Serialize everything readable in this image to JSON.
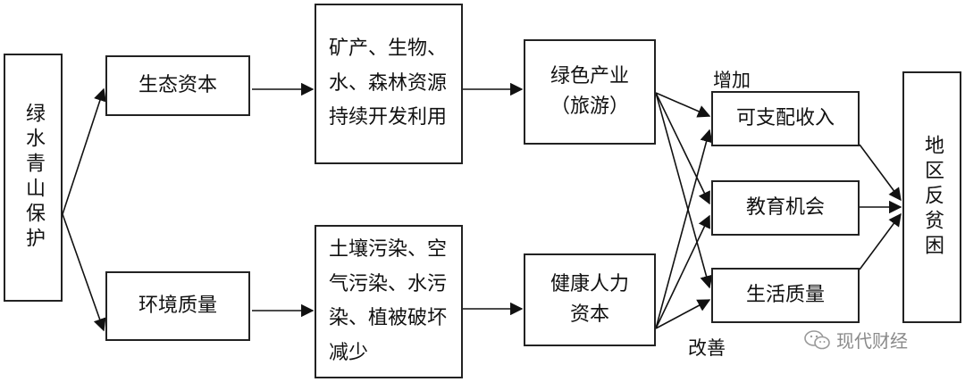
{
  "diagram": {
    "nodes": {
      "green_protection": "绿水青山保护",
      "eco_capital": "生态资本",
      "env_quality": "环境质量",
      "resources": "矿产、生物、水、森林资源持续开发利用",
      "pollution": "土壤污染、空气污染、水污染、植被破坏减少",
      "green_industry": "绿色产业（旅游）",
      "health_capital": "健康人力资本",
      "income": "可支配收入",
      "education": "教育机会",
      "life_quality": "生活质量",
      "anti_poverty": "地区反贫困"
    },
    "labels": {
      "increase": "增加",
      "improve": "改善"
    }
  },
  "watermark": {
    "text": "现代财经",
    "icon": "wechat-icon"
  }
}
